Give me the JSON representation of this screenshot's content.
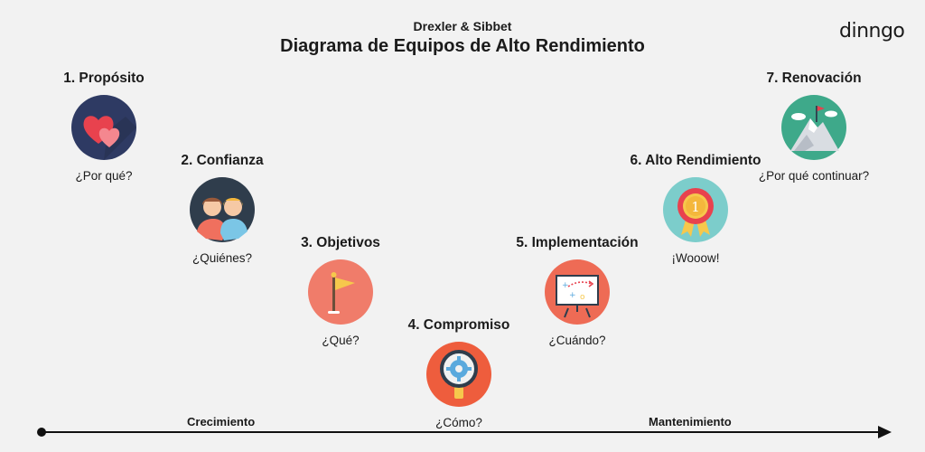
{
  "header": {
    "subtitle": "Drexler & Sibbet",
    "title": "Diagrama de Equipos de Alto Rendimiento",
    "logo": "dinngo"
  },
  "stages": [
    {
      "title": "1. Propósito",
      "question": "¿Por qué?",
      "icon": "hearts-icon",
      "color": "#2e3a63"
    },
    {
      "title": "2. Confianza",
      "question": "¿Quiénes?",
      "icon": "people-icon",
      "color": "#2f3d4c"
    },
    {
      "title": "3. Objetivos",
      "question": "¿Qué?",
      "icon": "flag-icon",
      "color": "#f07c6a"
    },
    {
      "title": "4. Compromiso",
      "question": "¿Cómo?",
      "icon": "gear-magnifier-icon",
      "color": "#ee5d3d"
    },
    {
      "title": "5. Implementación",
      "question": "¿Cuándo?",
      "icon": "whiteboard-plan-icon",
      "color": "#ee6b55"
    },
    {
      "title": "6. Alto Rendimiento",
      "question": "¡Wooow!",
      "icon": "medal-icon",
      "color": "#7ccdcb"
    },
    {
      "title": "7. Renovación",
      "question": "¿Por qué continuar?",
      "icon": "mountain-flag-icon",
      "color": "#3ea98a"
    }
  ],
  "axis": {
    "left_label": "Crecimiento",
    "right_label": "Mantenimiento"
  }
}
